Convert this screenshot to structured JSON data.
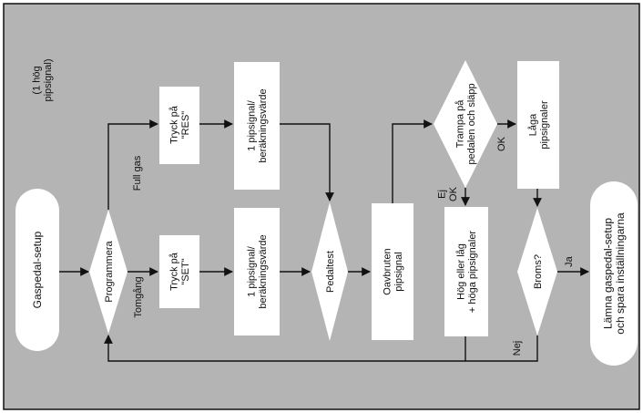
{
  "header_note": [
    "(1 hög",
    "pipsignal)"
  ],
  "nodes": {
    "start": [
      "Gaspedal-setup"
    ],
    "programmera": [
      "Programmera"
    ],
    "tryck_res": [
      "Tryck på",
      "\"RES\""
    ],
    "tryck_set": [
      "Tryck på",
      "\"SET\""
    ],
    "beep_top": [
      "1 pipsignal/",
      "beräkningsvärde"
    ],
    "beep_bottom": [
      "1 pipsignal/",
      "beräkningsvärde"
    ],
    "pedaltest": [
      "Pedaltest"
    ],
    "oavbruten": [
      "Oavbruten",
      "pipsignal"
    ],
    "trampa": [
      "Trampa på",
      "pedalen och släpp"
    ],
    "hog_lag": [
      "Hög eller låg",
      "+ höga pipsignaler"
    ],
    "laga": [
      "Låga",
      "pipsignaler"
    ],
    "broms": [
      "Broms?"
    ],
    "end": [
      "Lämna gaspedal-setup",
      "och spara inställningarna"
    ]
  },
  "edge_labels": {
    "full_gas": "Full gas",
    "tomgang": "Tomgång",
    "ej_ok": [
      "Ej",
      "OK"
    ],
    "ok": "OK",
    "ja": "Ja",
    "nej": "Nej"
  },
  "colors": {
    "background": "#b4b4b4",
    "box": "#ffffff",
    "line": "#111111"
  }
}
